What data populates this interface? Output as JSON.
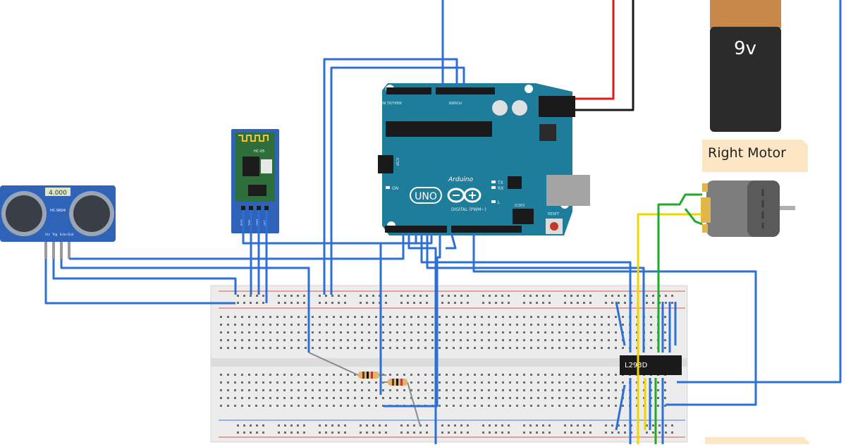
{
  "battery": {
    "label": "9v"
  },
  "motor": {
    "label": "Right Motor"
  },
  "ultrasonic": {
    "display": "4.000",
    "model": "HC-SR04",
    "pins": [
      "Vcc",
      "Trig",
      "Echo",
      "Gnd"
    ]
  },
  "bluetooth": {
    "model": "HC-05",
    "pins": [
      "RXD",
      "TXD",
      "GND",
      "VCC"
    ]
  },
  "arduino": {
    "brand": "Arduino",
    "model": "UNO",
    "digital_label": "DIGITAL (PWM~)",
    "analog_label": "ANALOG IN",
    "power_label": "POWER",
    "icsp_label": "ICSP",
    "icsp2_label": "ICSP2",
    "reset_label": "RESET",
    "on_label": "ON",
    "tx_label": "TX",
    "rx_label": "RX",
    "l_label": "L"
  },
  "driver_ic": {
    "label": "L293D"
  },
  "colors": {
    "arduino": "#1d7d9a",
    "wire_blue": "#2e6fd6",
    "wire_red": "#e11b1b",
    "wire_yellow": "#f2d400",
    "wire_green": "#1faa2c",
    "breadboard": "#efefef",
    "label_tab": "#fde6c4"
  }
}
